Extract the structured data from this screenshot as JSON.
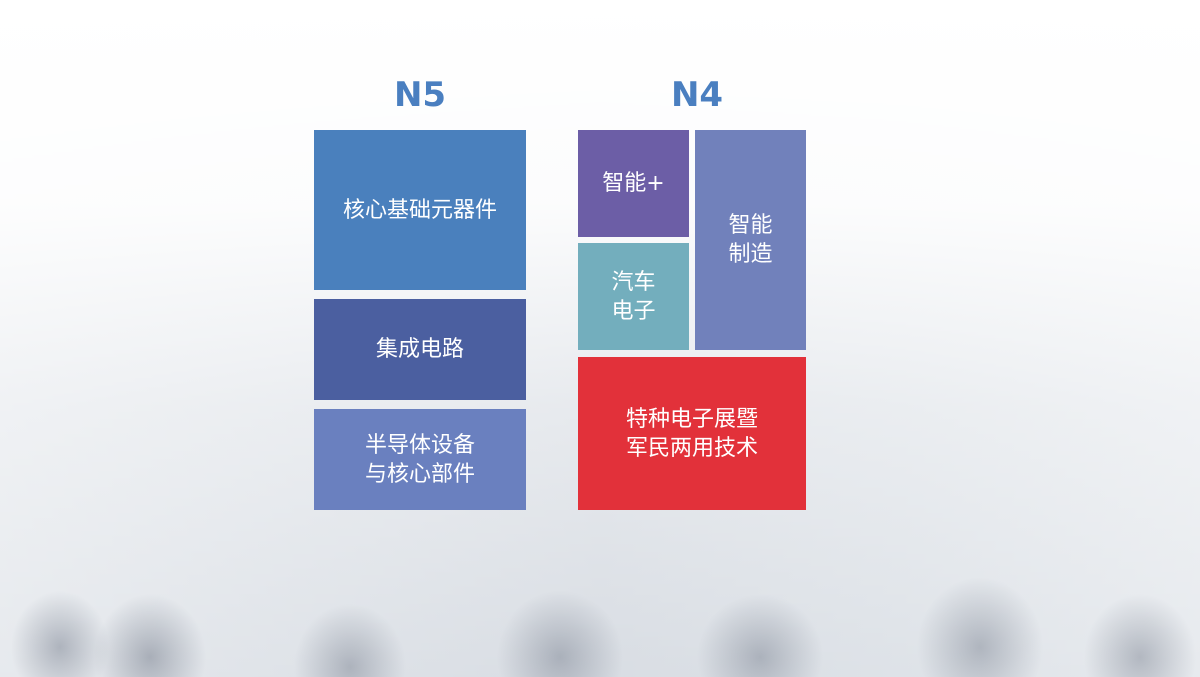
{
  "halls": [
    {
      "name": "N5",
      "blocks": [
        {
          "lines": [
            "核心基础元器件"
          ],
          "color": "#4a80bd"
        },
        {
          "lines": [
            "集成电路"
          ],
          "color": "#4b5fa0"
        },
        {
          "lines": [
            "半导体设备",
            "与核心部件"
          ],
          "color": "#6a80bf"
        }
      ]
    },
    {
      "name": "N4",
      "blocks": [
        {
          "lines": [
            "智能+"
          ],
          "color": "#6c5ea6"
        },
        {
          "lines": [
            "智能",
            "制造"
          ],
          "color": "#7181bb"
        },
        {
          "lines": [
            "汽车",
            "电子"
          ],
          "color": "#73aebd"
        },
        {
          "lines": [
            "特种电子展暨",
            "军民两用技术"
          ],
          "color": "#e2313a"
        }
      ]
    }
  ]
}
